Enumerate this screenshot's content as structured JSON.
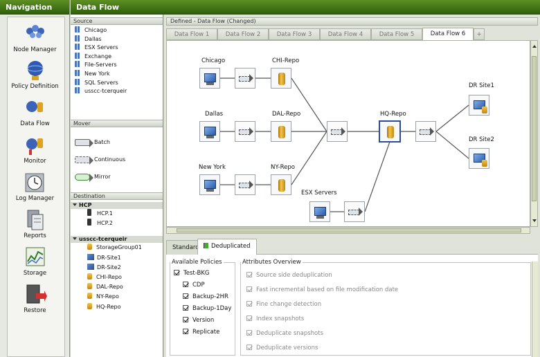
{
  "navigation": {
    "title": "Navigation",
    "items": [
      {
        "label": "Node Manager",
        "icon": "node-manager-icon"
      },
      {
        "label": "Policy Definition",
        "icon": "policy-icon"
      },
      {
        "label": "Data Flow",
        "icon": "data-flow-icon"
      },
      {
        "label": "Monitor",
        "icon": "monitor-icon"
      },
      {
        "label": "Log Manager",
        "icon": "clock-icon"
      },
      {
        "label": "Reports",
        "icon": "reports-icon"
      },
      {
        "label": "Storage",
        "icon": "storage-icon"
      },
      {
        "label": "Restore",
        "icon": "restore-icon"
      }
    ]
  },
  "header": {
    "title": "Data Flow"
  },
  "source": {
    "title": "Source",
    "items": [
      "Chicago",
      "Dallas",
      "ESX Servers",
      "Exchange",
      "File-Servers",
      "New York",
      "SQL Servers",
      "usscc-tcerqueir"
    ]
  },
  "mover": {
    "title": "Mover",
    "items": [
      "Batch",
      "Continuous",
      "Mirror"
    ]
  },
  "destination": {
    "title": "Destination",
    "groups": [
      {
        "name": "HCP",
        "items": [
          "HCP.1",
          "HCP.2"
        ]
      },
      {
        "name": "usscc-tcerqueir",
        "items": [
          "StorageGroup01",
          "DR-Site1",
          "DR-Site2",
          "CHI-Repo",
          "DAL-Repo",
          "NY-Repo",
          "HQ-Repo"
        ]
      }
    ]
  },
  "flow": {
    "header": "Defined - Data Flow (Changed)",
    "tabs": [
      "Data Flow 1",
      "Data Flow 2",
      "Data Flow 3",
      "Data Flow 4",
      "Data Flow 5",
      "Data Flow 6",
      "+"
    ],
    "active_tab": "Data Flow 6",
    "nodes": {
      "chicago": "Chicago",
      "dallas": "Dallas",
      "newyork": "New York",
      "esx": "ESX Servers",
      "chirepo": "CHI-Repo",
      "dalrepo": "DAL-Repo",
      "nyrepo": "NY-Repo",
      "hqrepo": "HQ-Repo",
      "drsite1": "DR Site1",
      "drsite2": "DR Site2"
    }
  },
  "policy": {
    "tabs": [
      "Standard",
      "Deduplicated"
    ],
    "active_tab": "Deduplicated",
    "available": {
      "title": "Available Policies",
      "root": "Test-BKG",
      "items": [
        "CDP",
        "Backup-2HR",
        "Backup-1Day",
        "Version",
        "Replicate"
      ]
    },
    "attributes": {
      "title": "Attributes Overview",
      "items": [
        "Source side deduplication",
        "Fast incremental based on file modification date",
        "Fine change detection",
        "Index snapshots",
        "Deduplicate snapshots",
        "Deduplicate versions"
      ]
    }
  }
}
